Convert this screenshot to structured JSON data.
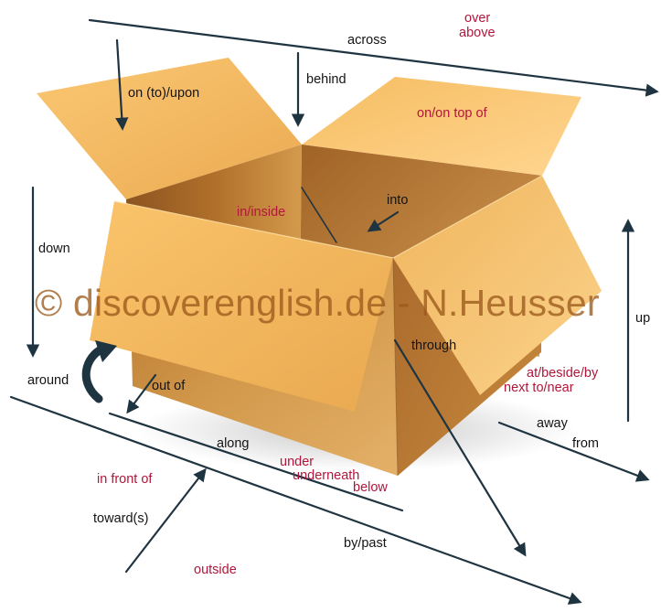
{
  "colors": {
    "arrow": "#1f3441",
    "preposition_black": "#141414",
    "preposition_red": "#b2163a",
    "box_light": "#f7c26a",
    "box_mid": "#e3a448",
    "box_dark": "#9a5e21",
    "watermark": "#9c5a1c"
  },
  "watermark": "© discoverenglish.de - N.Heusser",
  "labels": {
    "over": "over",
    "above": "above",
    "across": "across",
    "behind": "behind",
    "on_to_upon": "on (to)/upon",
    "on_on_top_of": "on/on top of",
    "in_inside": "in/inside",
    "into": "into",
    "down": "down",
    "up": "up",
    "through": "through",
    "around": "around",
    "out_of": "out of",
    "at_beside_by": "at/beside/by",
    "next_to_near": "next to/near",
    "away": "away",
    "from": "from",
    "along": "along",
    "under": "under",
    "underneath": "underneath",
    "below": "below",
    "in_front_of": "in front of",
    "towards": "toward(s)",
    "by_past": "by/past",
    "outside": "outside"
  },
  "arrow_icons": [
    "across-arrow-icon",
    "on-upon-arrow-icon",
    "behind-arrow-icon",
    "into-arrow-icon",
    "in-inside-line-icon",
    "down-arrow-icon",
    "up-arrow-icon",
    "through-arrow-icon",
    "around-curved-arrow-icon",
    "out-of-arrow-icon",
    "away-from-arrow-icon",
    "along-line-icon",
    "by-past-arrow-icon",
    "towards-arrow-icon"
  ]
}
